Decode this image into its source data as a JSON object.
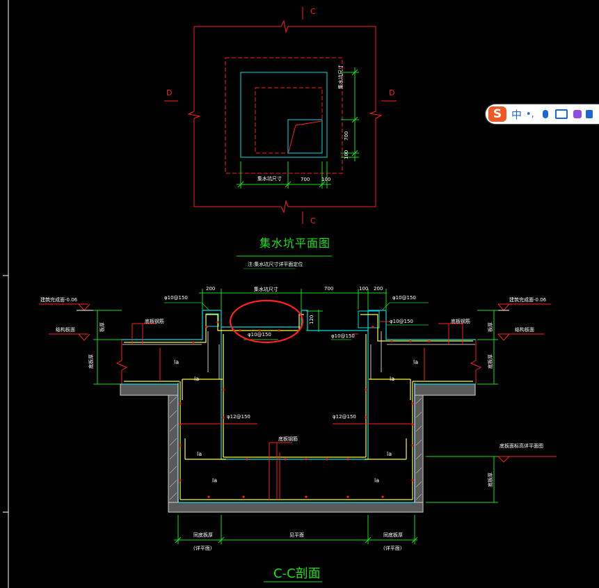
{
  "section_marks": {
    "c_top": "C",
    "c_bottom": "C",
    "d_left": "D",
    "d_right": "D"
  },
  "plan": {
    "title": "集水坑平面图",
    "note": "注:集水坑尺寸详平面定位",
    "dim_side_label": "集水坑尺寸",
    "dim_700": "700",
    "dim_100": "100",
    "dim_bottom_label": "集水坑尺寸"
  },
  "section": {
    "title": "C-C剖面",
    "dim_200_left": "200",
    "dim_width_label": "集水坑尺寸",
    "dim_700": "700",
    "dim_100": "100",
    "dim_200_right": "200",
    "dim_120": "120",
    "elev_left": "建筑完成面-0.06",
    "elev_right": "建筑完成面-0.06",
    "slab_face_left": "结构板面",
    "slab_face_right": "结构板面",
    "slab_thk_left": "板厚",
    "slab_thk_right": "板厚",
    "floor_thk_left": "底板厚",
    "floor_thk_right": "底板厚",
    "pit_bottom_elev": "底板面标高详平面图",
    "pit_floor_thk": "底板厚",
    "rebar_top_left": "φ10@150",
    "rebar_top_right": "φ10@150",
    "rebar_slab_mid": "φ10@150",
    "rebar_circled": "φ10@150",
    "rebar_right_mid": "φ10@150",
    "rebar_wall_left": "φ12@150",
    "rebar_wall_right": "φ12@150",
    "rebar_label_left": "底板钢筋",
    "rebar_label_right": "底板钢筋",
    "rebar_label_bottom": "底板钢筋",
    "anchor_la": "la",
    "bottom_dim_left": "同底板厚",
    "bottom_dim_mid": "见平面",
    "bottom_dim_right": "同底板厚",
    "bottom_dim_left_sub": "(详平面)",
    "bottom_dim_right_sub": "(详平面)"
  },
  "ime": {
    "logo": "S",
    "lang": "中",
    "punct": "•,"
  },
  "colors": {
    "red": "#ff2020",
    "cyan": "#00e0e0",
    "green": "#19e019",
    "yellow": "#ffff33",
    "white": "#ffffff",
    "gray": "#9a9a9a"
  }
}
